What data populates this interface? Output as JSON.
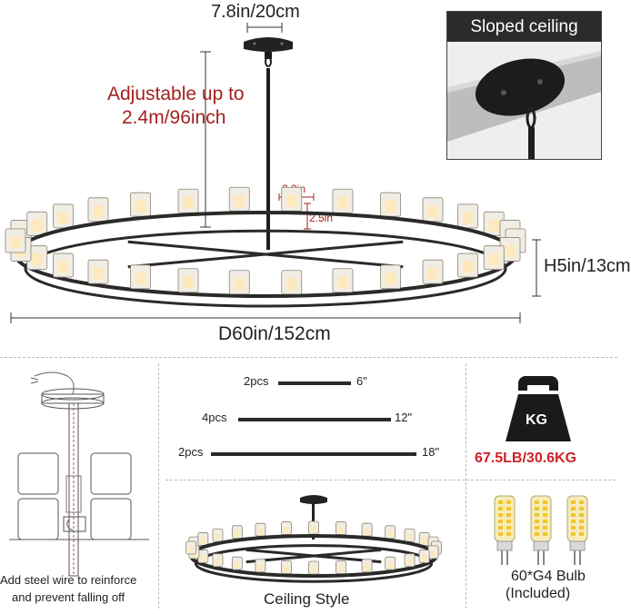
{
  "dimensions": {
    "canopy_width": "7.8in/20cm",
    "adjustable": [
      "Adjustable up to",
      "2.4m/96inch"
    ],
    "shade_width": "2.3in",
    "shade_height": "2.5in",
    "fixture_height": "H5in/13cm",
    "diameter": "D60in/152cm"
  },
  "sloped_ceiling": {
    "title": "Sloped ceiling"
  },
  "steel_wire": {
    "caption": [
      "Add steel wire to reinforce",
      "and prevent falling off"
    ]
  },
  "rods": [
    {
      "qty": "2pcs",
      "length": "6\""
    },
    {
      "qty": "4pcs",
      "length": "12\""
    },
    {
      "qty": "2pcs",
      "length": "18\""
    }
  ],
  "weight": {
    "unit": "KG",
    "value": "67.5LB/30.6KG"
  },
  "ceiling_style": {
    "caption": "Ceiling Style"
  },
  "bulbs": {
    "caption": [
      "60*G4 Bulb",
      "(Included)"
    ]
  },
  "colors": {
    "accent_red": "#a3231f",
    "fixture_black": "#2a2a2a",
    "weight_red": "#d0202a"
  },
  "icons": [
    "kettlebell-weight-icon",
    "g4-bulb-icon",
    "ceiling-canopy-icon"
  ]
}
